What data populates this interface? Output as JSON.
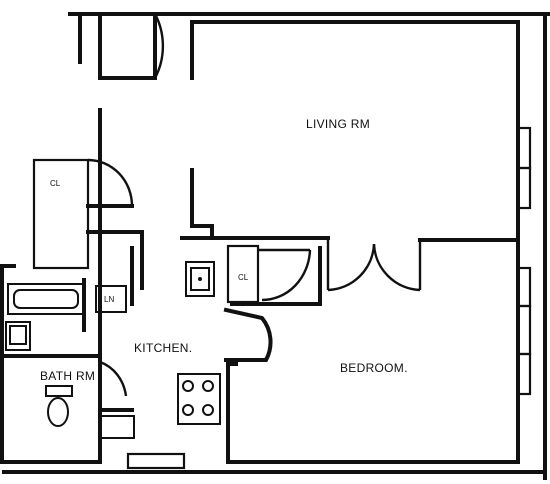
{
  "rooms": {
    "living": "LIVING RM",
    "bedroom": "BEDROOM.",
    "kitchen": "KITCHEN.",
    "bath": "BATH RM"
  },
  "closets": {
    "hall": "CL",
    "kitchen": "CL",
    "linen": "LN"
  }
}
